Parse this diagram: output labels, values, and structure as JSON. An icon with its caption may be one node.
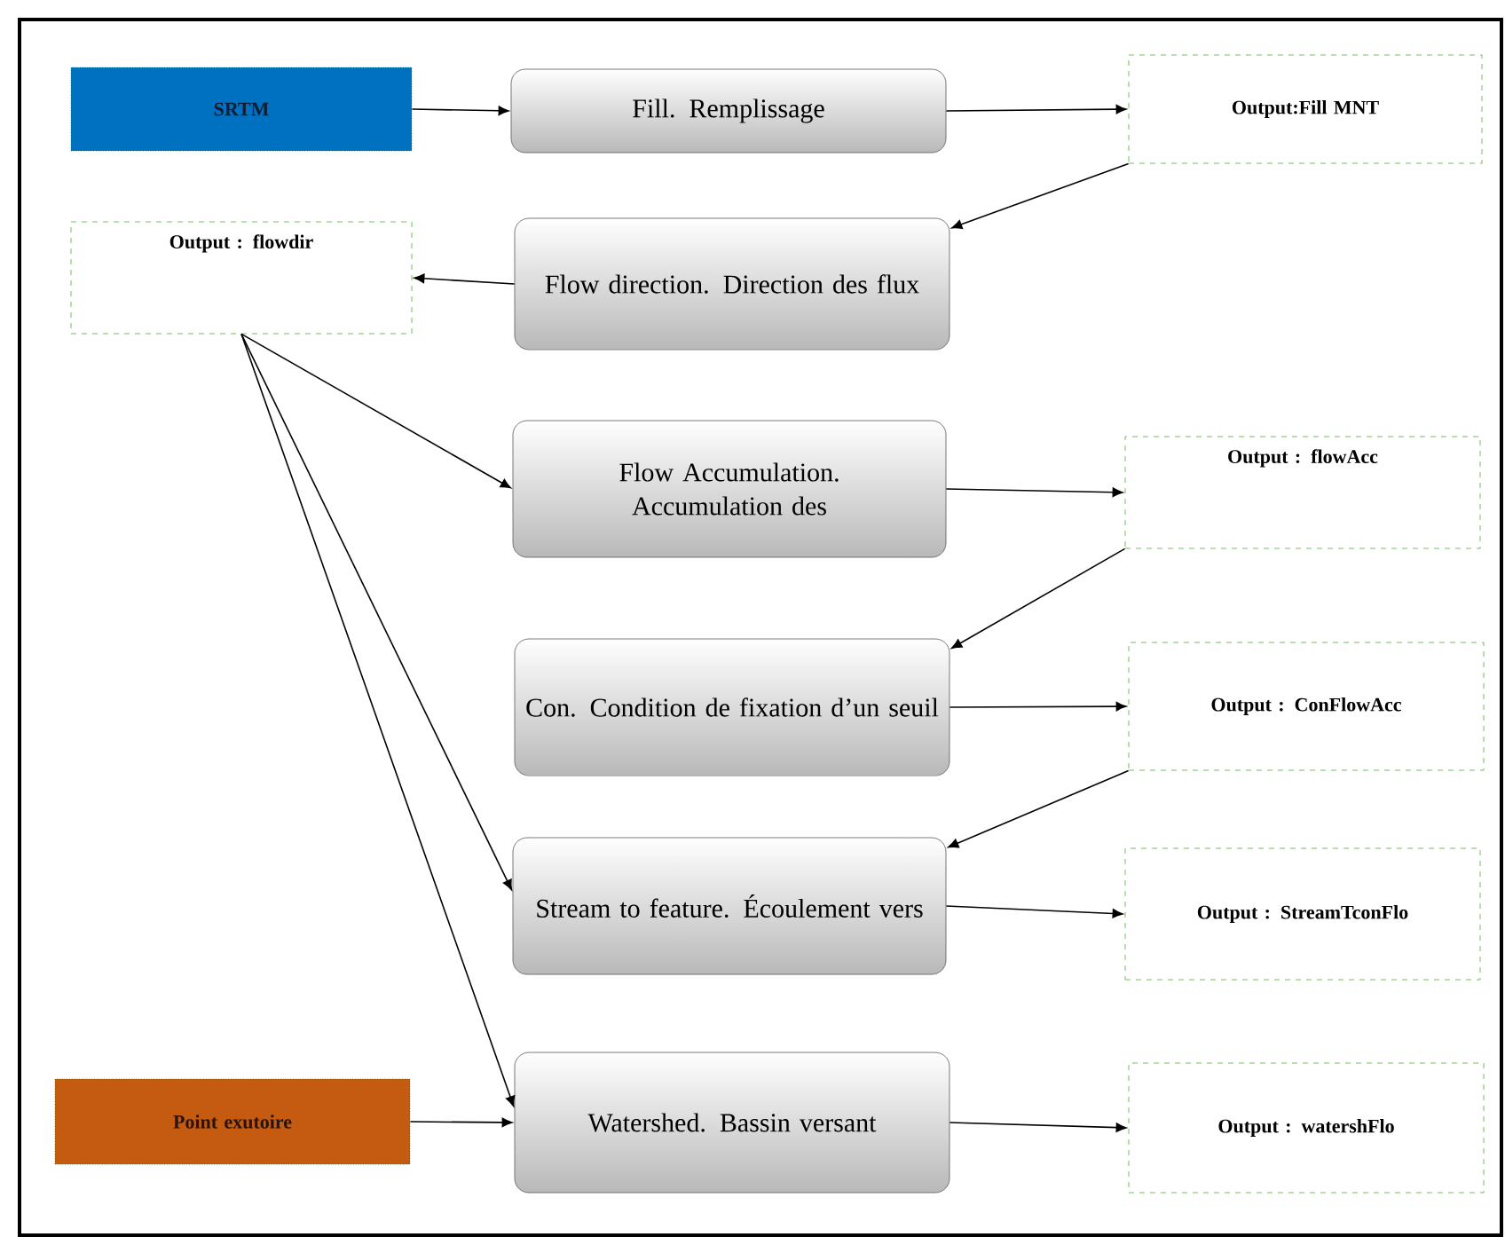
{
  "diagram": {
    "nodes": [
      {
        "text": [
          "SRTM"
        ]
      },
      {
        "text": [
          "Fill. Remplissage"
        ]
      },
      {
        "text": [
          "Output:Fill MNT"
        ]
      },
      {
        "text": [
          "Output : flowdir"
        ]
      },
      {
        "text": [
          "Flow direction. Direction des flux"
        ]
      },
      {
        "text": [
          "Flow Accumulation. Accumulation des"
        ]
      },
      {
        "text": [
          "Output : flowAcc"
        ]
      },
      {
        "text": [
          "Con. Condition de fixation d’un seuil"
        ]
      },
      {
        "text": [
          "Output : ConFlowAcc"
        ]
      },
      {
        "text": [
          "Stream to feature. Écoulement vers"
        ]
      },
      {
        "text": [
          "Output : StreamTconFlo"
        ]
      },
      {
        "text": [
          "Point exutoire"
        ]
      },
      {
        "text": [
          "Watershed. Bassin versant"
        ]
      },
      {
        "text": [
          "Output : watershFlo"
        ]
      }
    ],
    "edges": [
      {
        "from": 0,
        "to": 1,
        "arrow": "to"
      },
      {
        "from": 1,
        "to": 2,
        "arrow": "to"
      },
      {
        "from": 2,
        "to": 4,
        "arrow": "to"
      },
      {
        "from": 4,
        "to": 3,
        "arrow": "to"
      },
      {
        "from": 3,
        "to": 5,
        "arrow": "to"
      },
      {
        "from": 5,
        "to": 6,
        "arrow": "to"
      },
      {
        "from": 6,
        "to": 7,
        "arrow": "to"
      },
      {
        "from": 7,
        "to": 8,
        "arrow": "to"
      },
      {
        "from": 8,
        "to": 9,
        "arrow": "to"
      },
      {
        "from": 3,
        "to": 9,
        "arrow": "to"
      },
      {
        "from": 3,
        "to": 12,
        "arrow": "to"
      },
      {
        "from": 9,
        "to": 10,
        "arrow": "to"
      },
      {
        "from": 11,
        "to": 12,
        "arrow": "to"
      },
      {
        "from": 12,
        "to": 13,
        "arrow": "to"
      }
    ]
  }
}
